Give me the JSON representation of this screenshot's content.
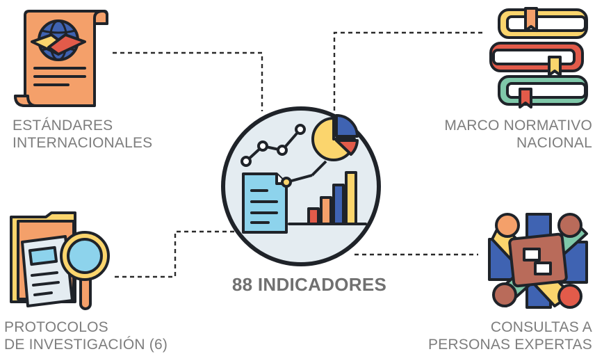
{
  "center": {
    "title": "88 INDICADORES",
    "icon": "data-analytics-icon"
  },
  "nodes": {
    "top_left": {
      "icon": "international-agreement-icon",
      "line1": "ESTÁNDARES",
      "line2": "INTERNACIONALES"
    },
    "top_right": {
      "icon": "books-icon",
      "line1": "MARCO NORMATIVO",
      "line2": "NACIONAL"
    },
    "bottom_left": {
      "icon": "research-documents-magnifier-icon",
      "line1": "PROTOCOLOS",
      "line2": "DE INVESTIGACIÓN (6)"
    },
    "bottom_right": {
      "icon": "expert-meeting-icon",
      "line1": "CONSULTAS A",
      "line2": "PERSONAS EXPERTAS"
    }
  },
  "colors": {
    "text": "#7d7d7d",
    "outline": "#1f2329",
    "circle_fill": "#e4ecf1",
    "orange": "#f4a06a",
    "red": "#e25b4a",
    "yellow": "#fbd56d",
    "blue": "#3f63b2",
    "light_blue": "#8dd3ec",
    "teal": "#7fc8a9"
  }
}
